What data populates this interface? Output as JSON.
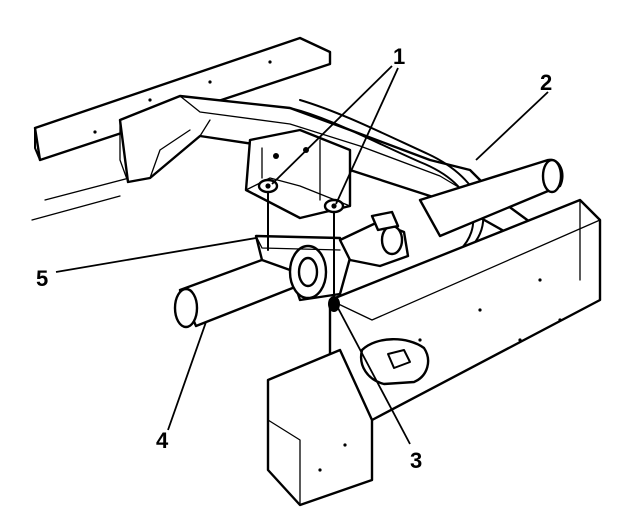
{
  "diagram": {
    "callouts": [
      {
        "id": "1",
        "text": "1"
      },
      {
        "id": "2",
        "text": "2"
      },
      {
        "id": "3",
        "text": "3"
      },
      {
        "id": "4",
        "text": "4"
      },
      {
        "id": "5",
        "text": "5"
      }
    ]
  },
  "colors": {
    "ink": "#000000",
    "paper": "#ffffff"
  }
}
